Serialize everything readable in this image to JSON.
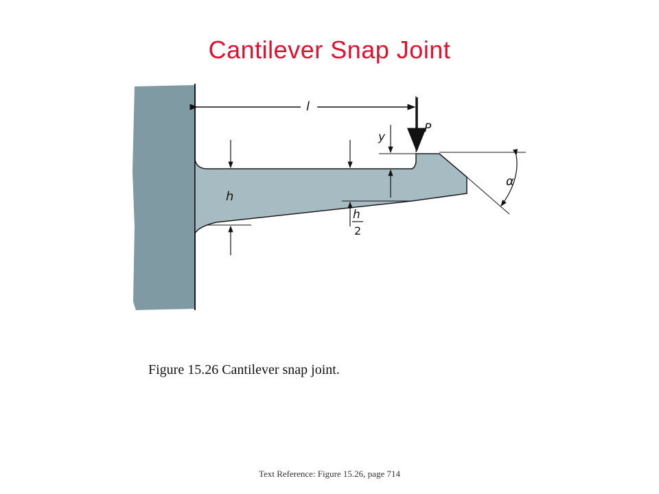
{
  "title": "Cantilever Snap Joint",
  "caption": "Figure 15.26  Cantilever snap joint.",
  "text_reference": "Text Reference:  Figure 15.26,  page 714",
  "diagram": {
    "labels": {
      "length": "l",
      "load": "P",
      "deflection": "y",
      "height": "h",
      "half_height_num": "h",
      "half_height_den": "2",
      "angle": "α"
    }
  },
  "colors": {
    "title": "#e0102f",
    "wall": "#7f9aa3",
    "beam": "#a6bcc2",
    "outline": "#1a1a1a"
  }
}
